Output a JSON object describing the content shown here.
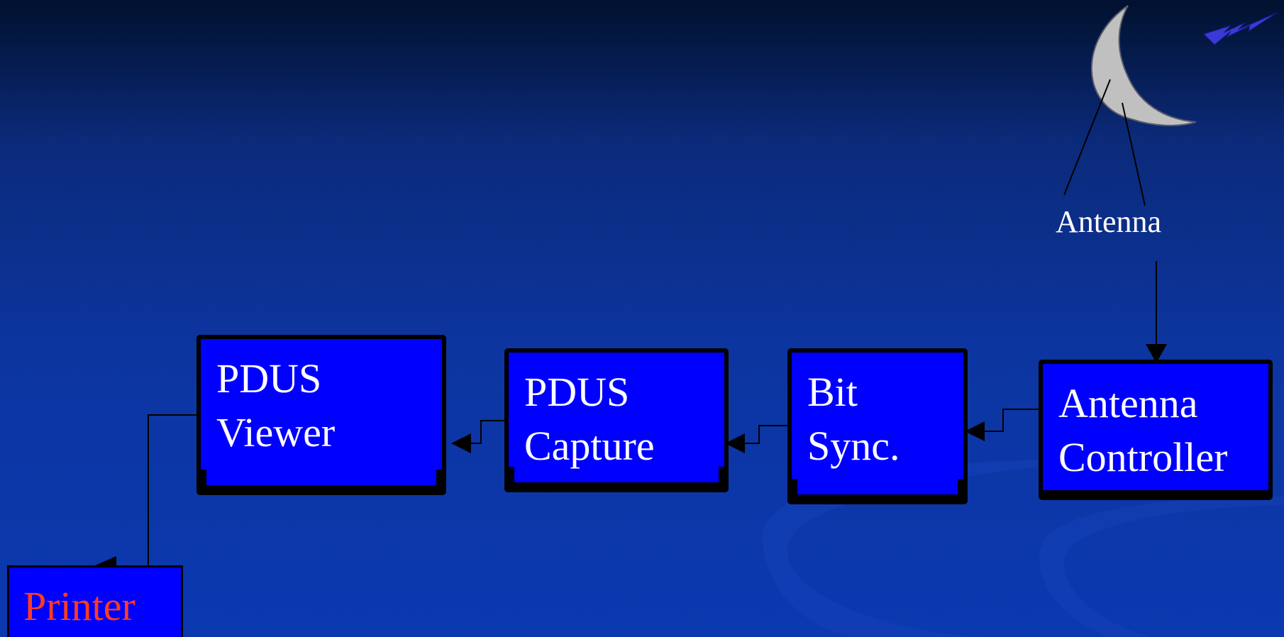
{
  "antenna": {
    "label": "Antenna"
  },
  "blocks": {
    "antenna_controller": {
      "line1": "Antenna",
      "line2": "Controller"
    },
    "bit_sync": {
      "line1": "Bit",
      "line2": "Sync."
    },
    "pdus_capture": {
      "line1": "PDUS",
      "line2": "Capture"
    },
    "pdus_viewer": {
      "line1": "PDUS",
      "line2": "Viewer"
    },
    "printer": {
      "label": "Printer"
    }
  },
  "colors": {
    "block_fill": "#0000ff",
    "block_text": "#ffffff",
    "printer_text": "#ff3b1f",
    "moon": "#c0c0c0",
    "bird": "#3a3ad6"
  }
}
